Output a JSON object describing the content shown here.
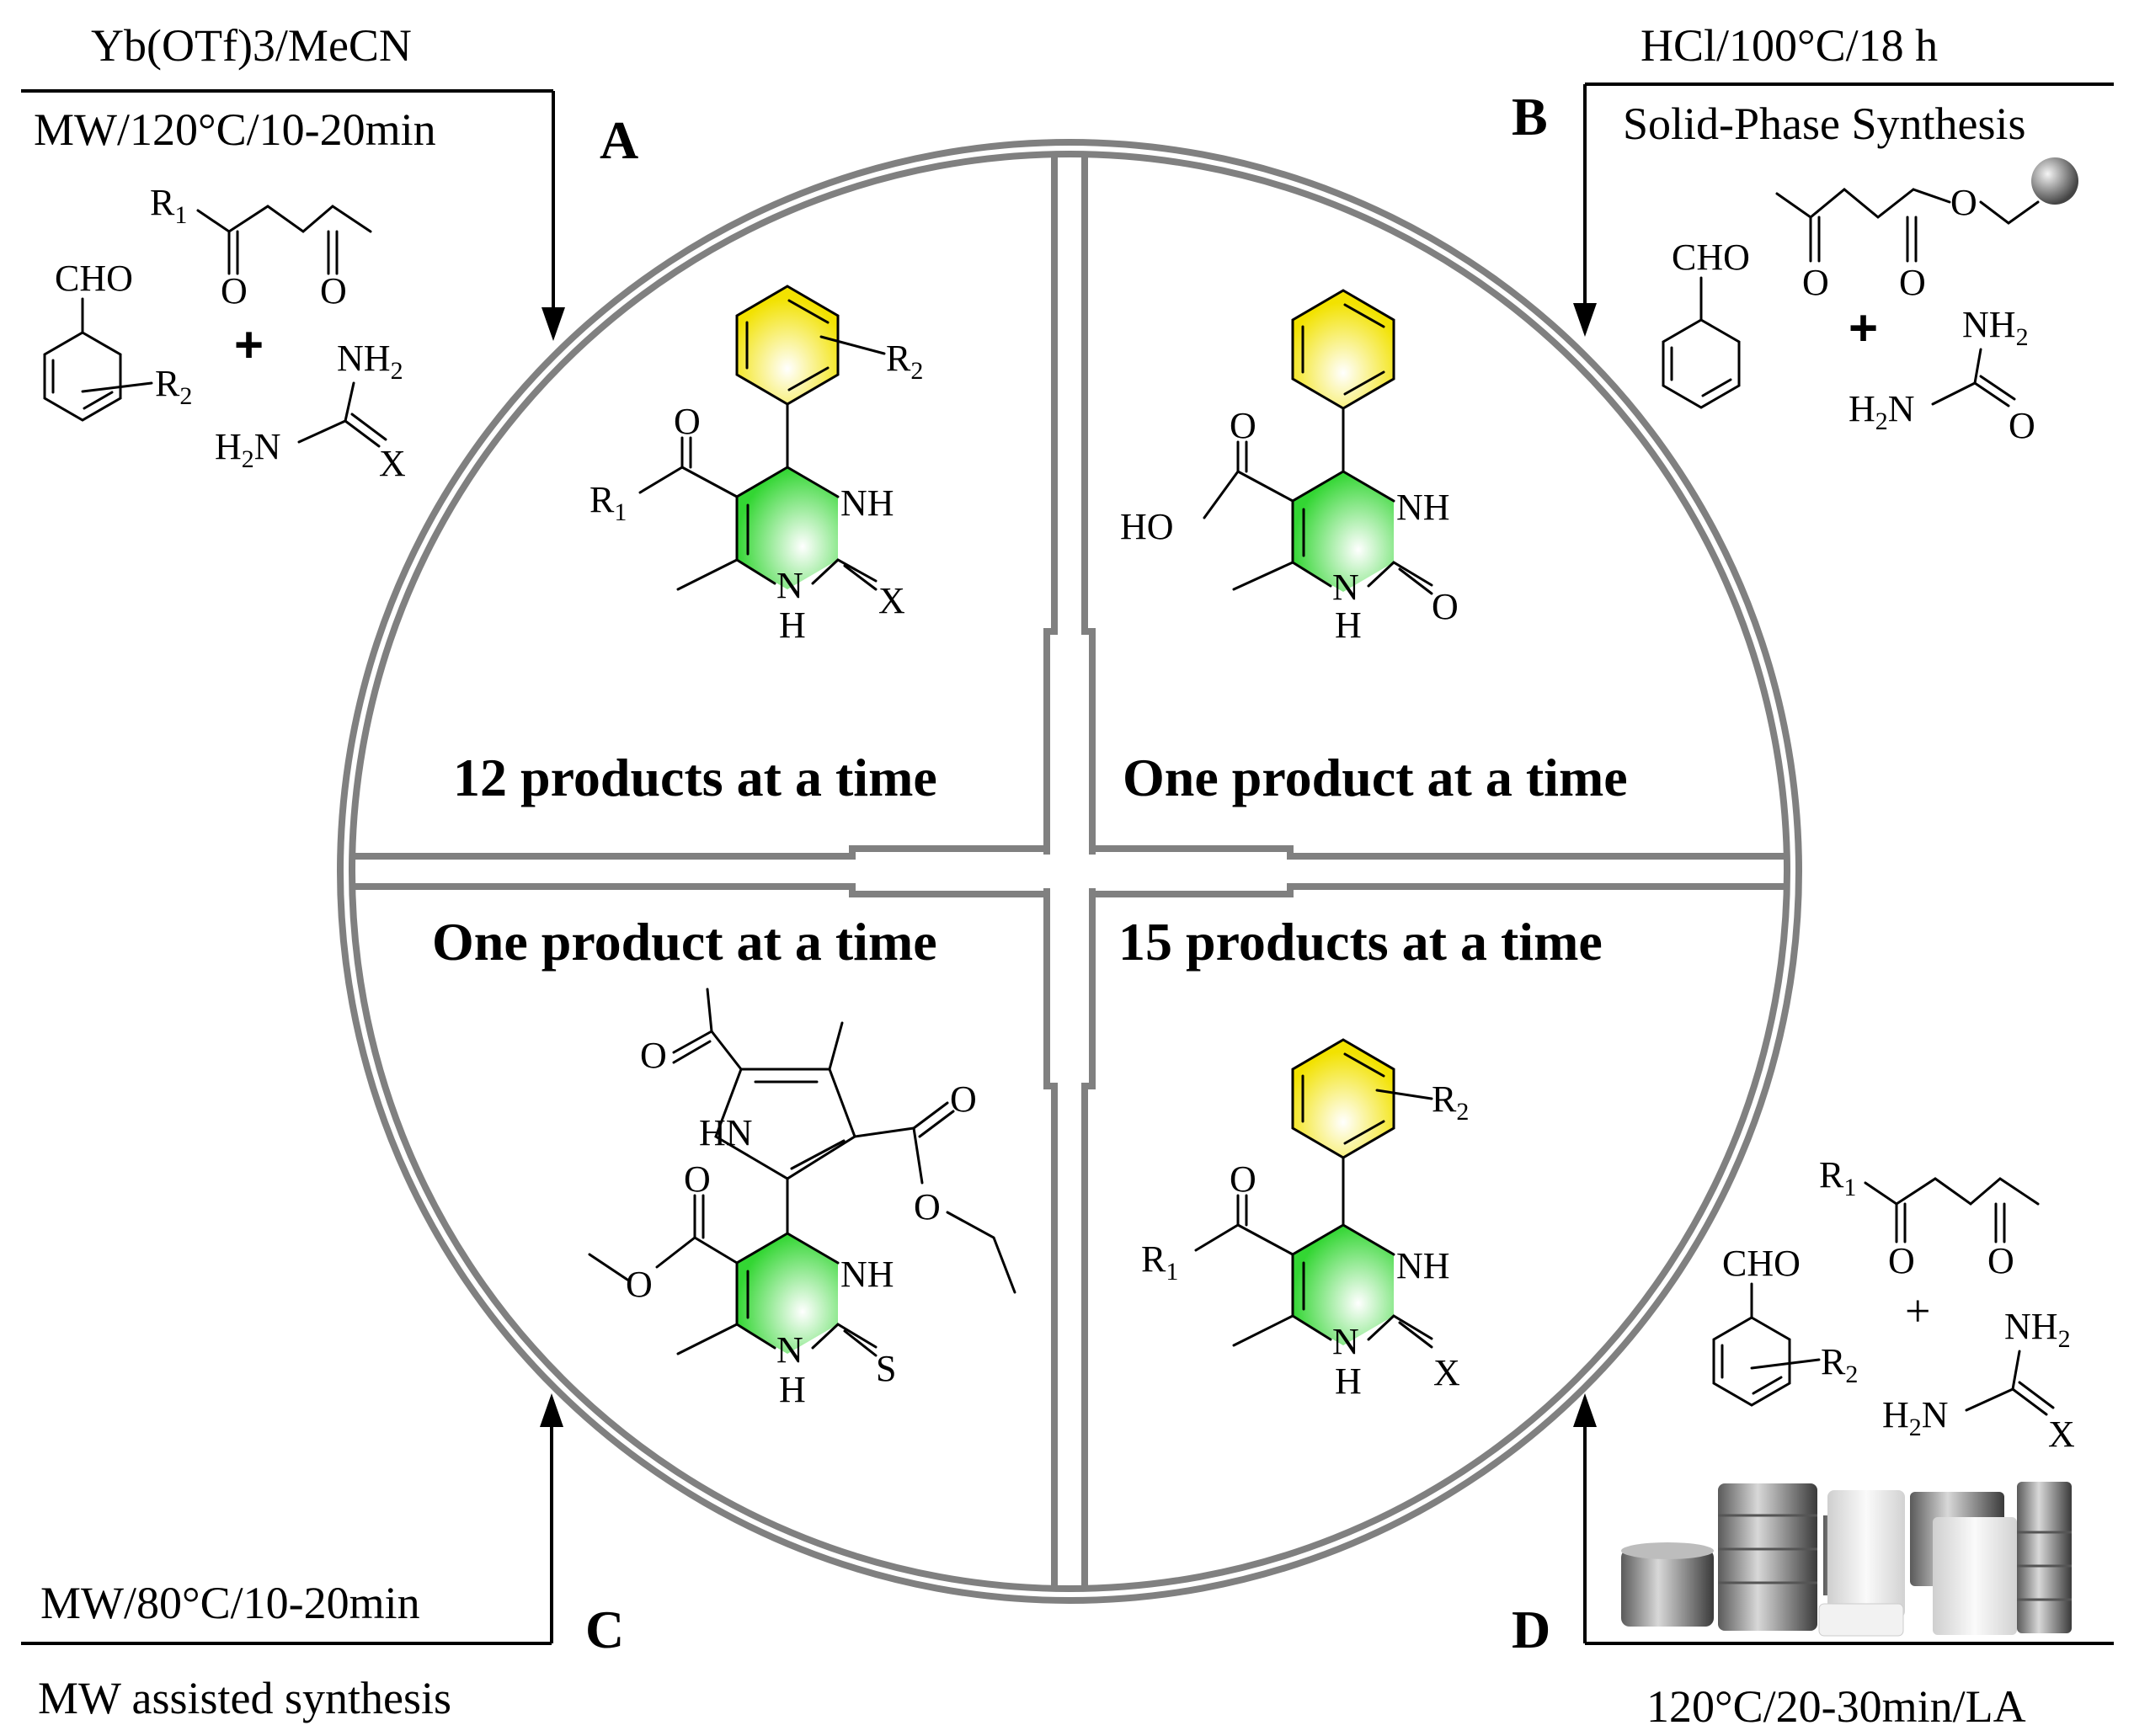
{
  "colors": {
    "ring": "#808080",
    "aryl": "#f2e200",
    "pyrimidine": "#33d633",
    "sphere": "#555555"
  },
  "panel_a": {
    "letter": "A",
    "condition_top": "Yb(OTf)3/MeCN",
    "condition_bottom": "MW/120°C/10-20min",
    "caption": "12 products at a time"
  },
  "panel_b": {
    "letter": "B",
    "condition_top": "HCl/100°C/18 h",
    "condition_bottom": "Solid-Phase Synthesis",
    "caption": "One product at a time"
  },
  "panel_c": {
    "letter": "C",
    "condition_top": "MW/80°C/10-20min",
    "condition_bottom": "MW assisted synthesis",
    "caption": "One product at a time"
  },
  "panel_d": {
    "letter": "D",
    "condition_bottom": "120°C/20-30min/LA",
    "caption": "15 products at a time"
  },
  "atoms": {
    "cho": "CHO",
    "r1": "R",
    "r1_sub": "1",
    "r2": "R",
    "r2_sub": "2",
    "nh2_top": "NH",
    "nh2_sub": "2",
    "h2n": "H",
    "h2n_sub": "2",
    "h2n_n": "N",
    "x": "X",
    "o": "O",
    "nh": "NH",
    "n": "N",
    "h": "H",
    "hn": "HN",
    "ho": "HO",
    "s": "S",
    "plus": "+"
  }
}
